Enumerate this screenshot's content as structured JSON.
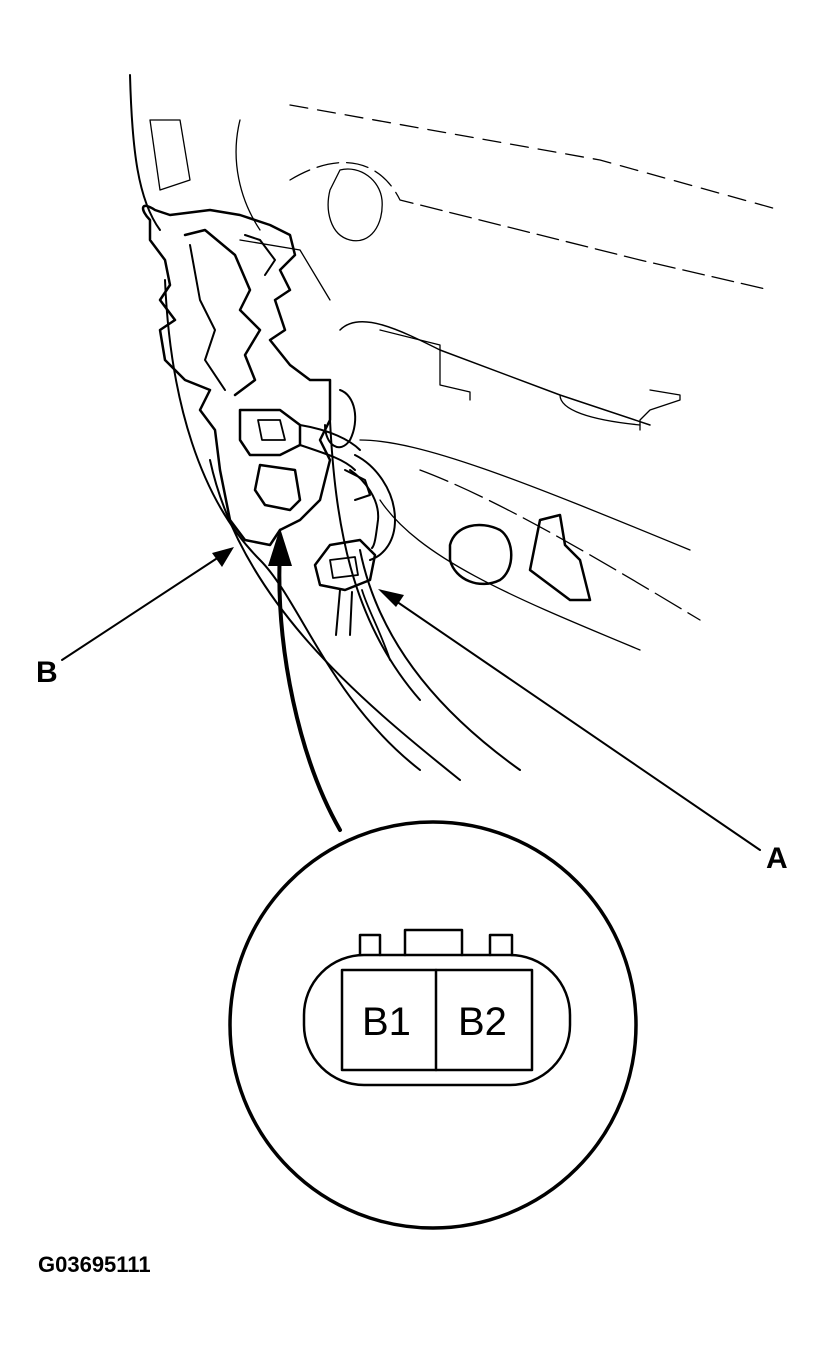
{
  "labels": {
    "callout_a": "A",
    "callout_b": "B"
  },
  "connector": {
    "pin_left": "B1",
    "pin_right": "B2"
  },
  "figure_id": "G03695111",
  "colors": {
    "line": "#000000",
    "background": "#ffffff"
  }
}
